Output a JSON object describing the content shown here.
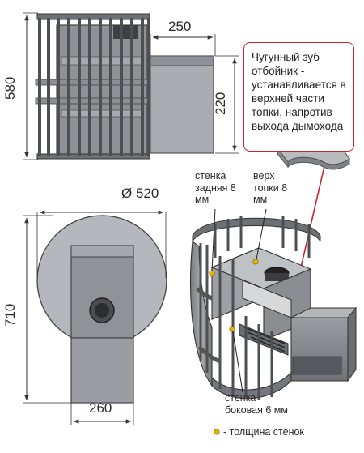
{
  "dimensions": {
    "top_height": "580",
    "flue_length": "250",
    "flue_height": "220",
    "diameter": "Ø 520",
    "side_height": "710",
    "bottom_width": "260"
  },
  "callout": {
    "text": "Чугунный зуб отбойник - устанавливается в верхней части топки, напротив выхода дымохода"
  },
  "labels": {
    "back_wall": "стенка задняя 8 мм",
    "top_wall": "верх топки 8 мм",
    "side_wall": "стенка боковая 6 мм"
  },
  "legend": {
    "text": "- толщина стенок"
  },
  "colors": {
    "accent": "#c8232c",
    "marker": "#e8b400",
    "steel": "#8e9196",
    "steel_dark": "#5f6266"
  }
}
